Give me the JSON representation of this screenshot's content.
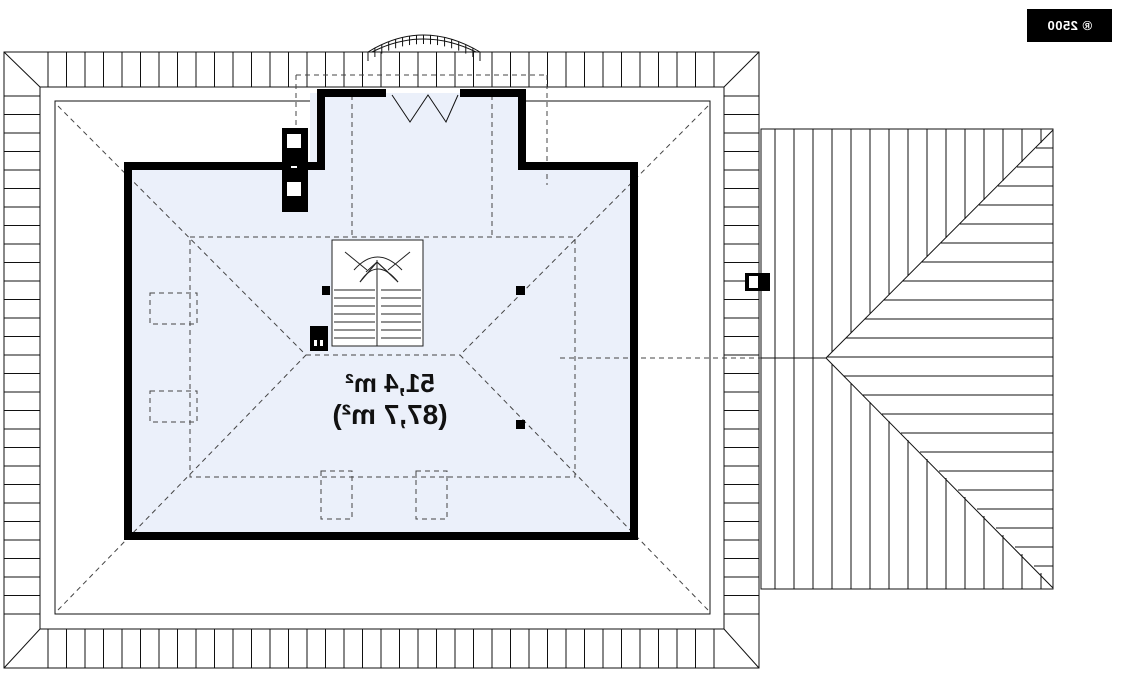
{
  "badge": {
    "text": "® 2500"
  },
  "plan": {
    "usable_area": "51,4 m²",
    "total_area": "(87,7 m²)",
    "colors": {
      "interior_fill": "#ebf0fa",
      "wall": "#000000",
      "line": "#111111",
      "dashed": "#444444"
    }
  }
}
